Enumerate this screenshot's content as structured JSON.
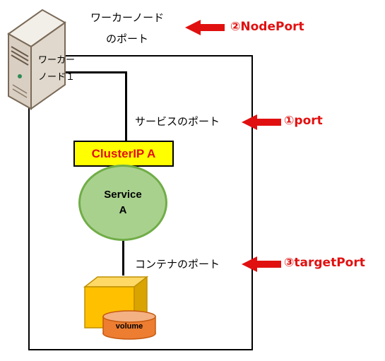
{
  "worker_node": {
    "label_line1": "ワーカー",
    "label_line2": "ノード１"
  },
  "node_port_label": {
    "line1": "ワーカーノード",
    "line2": "のポート"
  },
  "service_port_label": "サービスのポート",
  "container_port_label": "コンテナのポート",
  "annotations": {
    "nodeport": "②NodePort",
    "port": "①port",
    "targetport": "③targetPort"
  },
  "cluster_ip": "ClusterIP A",
  "service": {
    "line1": "Service",
    "line2": "A"
  },
  "volume_label": "volume",
  "colors": {
    "annotation_red": "#e11010",
    "cluster_fill": "#ffff00",
    "service_fill": "#a9d18e",
    "service_border": "#70ad47",
    "container_yellow": "#ffc000",
    "volume_orange": "#ed7d31"
  }
}
